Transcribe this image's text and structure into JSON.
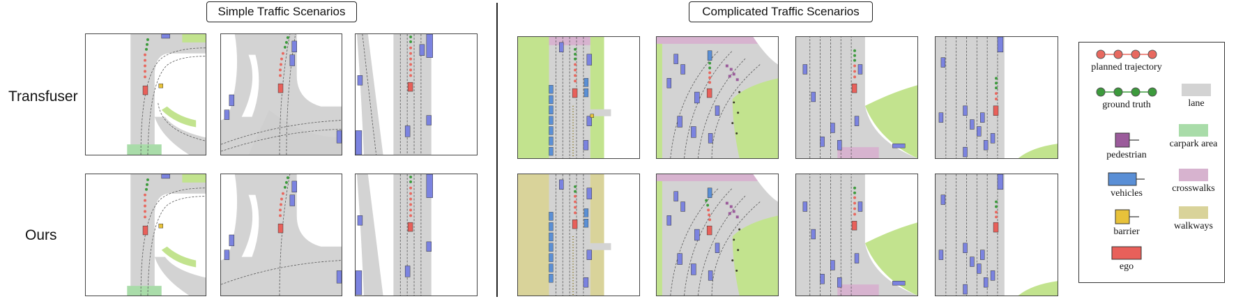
{
  "sections": {
    "simple": "Simple Traffic Scenarios",
    "complicated": "Complicated Traffic Scenarios"
  },
  "rows": [
    "Transfuser",
    "Ours"
  ],
  "legend": {
    "planned_trajectory": "planned trajectory",
    "ground_truth": "ground truth",
    "lane": "lane",
    "pedestrian": "pedestrian",
    "carpark_area": "carpark area",
    "vehicles": "vehicles",
    "crosswalks": "crosswalks",
    "barrier": "barrier",
    "walkways": "walkways",
    "ego": "ego"
  },
  "colors": {
    "planned_trajectory": "#e8685f",
    "ground_truth": "#3c9a3c",
    "lane": "#d3d3d3",
    "pedestrian": "#9b5b9b",
    "carpark_area": "#a9dca9",
    "vehicles": "#5a8fd6",
    "crosswalks": "#d7b3cf",
    "barrier": "#e8c23a",
    "walkways": "#d9d39a",
    "ego": "#e8605a",
    "vehicle_fill": "#7b83e0",
    "green_area": "#c2e38e",
    "ped_dark": "#3a3a2a"
  }
}
